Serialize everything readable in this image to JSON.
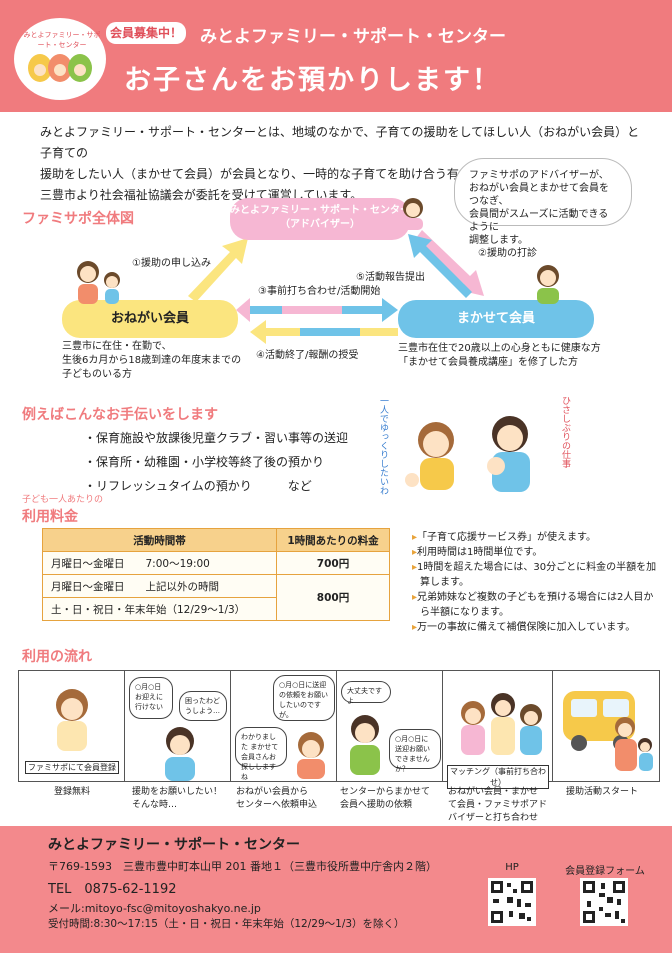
{
  "header": {
    "logo_text": "みとよファミリー・サポート・センター",
    "recruit_badge": "会員募集中！",
    "org_name": "みとよファミリー・サポート・センター",
    "headline": "お子さんをお預かりします！"
  },
  "intro": {
    "line1": "みとよファミリー・サポート・センターとは、地域のなかで、子育ての援助をしてほしい人（おねがい会員）と子育ての",
    "line2": "援助をしたい人（まかせて会員）が会員となり、一時的な子育てを助け合う有償ボランティア組織です。",
    "line3": "三豊市より社会福祉協議会が委託を受けて運営しています。"
  },
  "overview": {
    "title": "ファミサポ全体図",
    "advisor_line1": "みとよファミリー・サポート・センター",
    "advisor_line2": "（アドバイザー）",
    "bubble_line1": "ファミサポのアドバイザーが、",
    "bubble_line2": "おねがい会員とまかせて会員をつなぎ、",
    "bubble_line3": "会員間がスムーズに活動できるように",
    "bubble_line4": "調整します。",
    "step1": "①援助の申し込み",
    "step2": "②援助の打診",
    "step3": "③事前打ち合わせ/活動開始",
    "step4": "④活動終了/報酬の授受",
    "step5": "⑤活動報告提出",
    "onegai": "おねがい会員",
    "makasete": "まかせて会員",
    "onegai_desc1": "三豊市に在住・在勤で、",
    "onegai_desc2": "生後6カ月から18歳到達の年度末までの",
    "onegai_desc3": "子どものいる方",
    "makasete_desc1": "三豊市在住で20歳以上の心身ともに健康な方",
    "makasete_desc2": "「まかせて会員養成講座」を修了した方"
  },
  "examples": {
    "title": "例えばこんなお手伝いをします",
    "items": [
      "・保育施設や放課後児童クラブ・習い事等の送迎",
      "・保育所・幼稚園・小学校等終了後の預かり",
      "・リフレッシュタイムの預かり　　　など"
    ],
    "bubble_left": "一人でゆっくりしたいわ",
    "bubble_right": "ひさしぶりの仕事"
  },
  "fees": {
    "subtitle": "子ども一人あたりの",
    "title": "利用料金",
    "col1": "活動時間帯",
    "col2": "1時間あたりの料金",
    "row1_day": "月曜日～金曜日",
    "row1_time": "7:00～19:00",
    "row1_price": "700円",
    "row2_day": "月曜日～金曜日",
    "row2_time": "上記以外の時間",
    "row3_day": "土・日・祝日・年末年始（12/29～1/3）",
    "row23_price": "800円",
    "notes": [
      "「子育て応援サービス券」が使えます。",
      "利用時間は1時間単位です。",
      "1時間を超えた場合には、30分ごとに料金の半額を加算します。",
      "兄弟姉妹など複数の子どもを預ける場合には2人目から半額になります。",
      "万一の事故に備えて補償保険に加入しています。"
    ]
  },
  "flow": {
    "title": "利用の流れ",
    "panel1_tag": "ファミサポにて会員登録",
    "panel1_caption": "登録無料",
    "panel2_bubble1": "○月○日お迎えに行けない",
    "panel2_bubble2": "困ったわどうしよう…",
    "panel2_caption1": "援助をお願いしたい！",
    "panel2_caption2": "そんな時…",
    "panel3_bubble1": "○月○日に送迎の依頼をお願いしたいのですが。",
    "panel3_bubble2": "わかりました まかせて会員さんお探ししますね",
    "panel3_caption1": "おねがい会員から",
    "panel3_caption2": "センターへ依頼申込",
    "panel4_bubble1": "大丈夫ですよ",
    "panel4_bubble2": "○月○日に送迎お願いできませんか？",
    "panel4_caption1": "センターからまかせて",
    "panel4_caption2": "会員へ援助の依頼",
    "panel5_tag": "マッチング（事前打ち合わせ）",
    "panel5_caption1": "おねがい会員・まかせ",
    "panel5_caption2": "て会員・ファミサポアド",
    "panel5_caption3": "バイザーと打ち合わせ",
    "panel6_caption": "援助活動スタート"
  },
  "footer": {
    "org": "みとよファミリー・サポート・センター",
    "address": "〒769-1593　三豊市豊中町本山甲 201 番地１（三豊市役所豊中庁舎内２階）",
    "tel": "TEL　0875-62-1192",
    "mail": "メール:mitoyo-fsc@mitoyoshakyo.ne.jp",
    "hours": "受付時間:8:30～17:15（土・日・祝日・年末年始（12/29～1/3）を除く）",
    "qr1_label": "HP",
    "qr2_label": "会員登録フォーム"
  }
}
